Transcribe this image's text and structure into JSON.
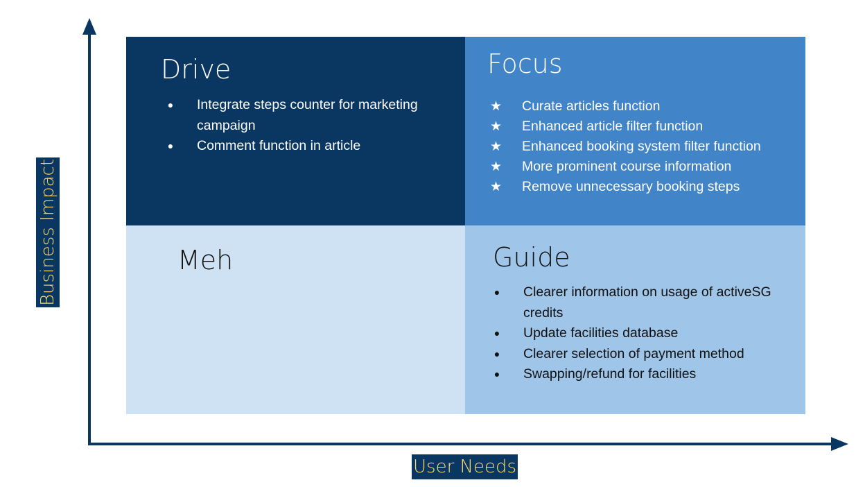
{
  "colors": {
    "drive_bg": "#0a3761",
    "focus_bg": "#4184c7",
    "meh_bg": "#cfe2f3",
    "guide_bg": "#9fc5e8",
    "axis": "#0a3761",
    "label_bg": "#0a3761",
    "label_text": "#ffd966"
  },
  "quadrants": {
    "drive": {
      "title": "Drive",
      "items": [
        {
          "bullet": "●",
          "text": "Integrate steps counter for marketing campaign"
        },
        {
          "bullet": "●",
          "text": "Comment function in article"
        }
      ]
    },
    "focus": {
      "title": "Focus",
      "items": [
        {
          "bullet": "★",
          "text": "Curate articles function"
        },
        {
          "bullet": "★",
          "text": "Enhanced article filter function"
        },
        {
          "bullet": "★",
          "text": "Enhanced booking system filter function"
        },
        {
          "bullet": "★",
          "text": "More prominent course information"
        },
        {
          "bullet": "★",
          "text": "Remove unnecessary booking steps"
        }
      ]
    },
    "meh": {
      "title": "Meh"
    },
    "guide": {
      "title": "Guide",
      "items": [
        {
          "bullet": "●",
          "text": "Clearer information on usage of activeSG credits"
        },
        {
          "bullet": "●",
          "text": "Update facilities database"
        },
        {
          "bullet": "●",
          "text": "Clearer selection of payment method"
        },
        {
          "bullet": "●",
          "text": "Swapping/refund for facilities"
        }
      ]
    }
  },
  "axes": {
    "y_label": "Business Impact",
    "x_label": "User Needs"
  }
}
